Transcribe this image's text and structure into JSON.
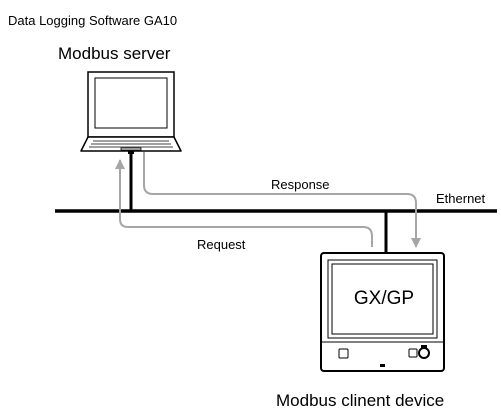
{
  "labels": {
    "software": "Data Logging Software GA10",
    "server": "Modbus server",
    "response": "Response",
    "ethernet": "Ethernet",
    "request": "Request",
    "client_device": "Modbus clinent device",
    "device_screen": "GX/GP"
  },
  "colors": {
    "line": "#000000",
    "arrow": "#a6a6a6",
    "background": "#ffffff"
  }
}
